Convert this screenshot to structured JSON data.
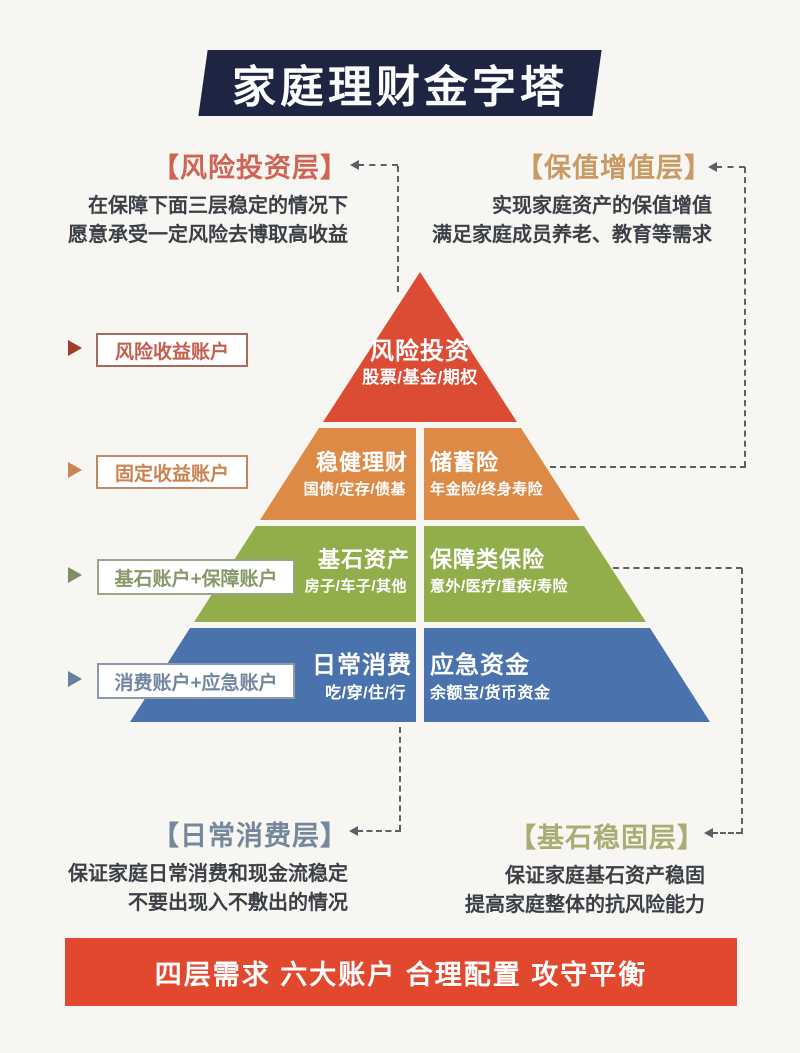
{
  "title": {
    "text": "家庭理财金字塔",
    "bg_color": "#1d2542"
  },
  "callouts": {
    "risk_investment": {
      "label": "【风险投资层】",
      "desc1": "在保障下面三层稳定的情况下",
      "desc2": "愿意承受一定风险去博取高收益",
      "color": "#cf6454"
    },
    "value_growth": {
      "label": "【保值增值层】",
      "desc1": "实现家庭资产的保值增值",
      "desc2": "满足家庭成员养老、教育等需求",
      "color": "#c99a63"
    },
    "daily_consumption": {
      "label": "【日常消费层】",
      "desc1": "保证家庭日常消费和现金流稳定",
      "desc2": "不要出现入不敷出的情况",
      "color": "#75879b"
    },
    "cornerstone": {
      "label": "【基石稳固层】",
      "desc1": "保证家庭基石资产稳固",
      "desc2": "提高家庭整体的抗风险能力",
      "color": "#a9ad74"
    }
  },
  "accounts": [
    {
      "label": "风险收益账户",
      "color": "#c25f4f"
    },
    {
      "label": "固定收益账户",
      "color": "#ca8450"
    },
    {
      "label": "基石账户+保障账户",
      "color": "#89986b"
    },
    {
      "label": "消费账户+应急账户",
      "color": "#72879f"
    }
  ],
  "pyramid": {
    "layers": [
      {
        "name": "风险投资",
        "sub": "股票/基金/期权",
        "color": "#dc4b33"
      },
      {
        "left": {
          "name": "稳健理财",
          "sub": "国债/定存/债基"
        },
        "right": {
          "name": "储蓄险",
          "sub": "年金险/终身寿险"
        },
        "color": "#dd8a47"
      },
      {
        "left": {
          "name": "基石资产",
          "sub": "房子/车子/其他"
        },
        "right": {
          "name": "保障类保险",
          "sub": "意外/医疗/重疾/寿险"
        },
        "color": "#92ae4a"
      },
      {
        "left": {
          "name": "日常消费",
          "sub": "吃/穿/住/行"
        },
        "right": {
          "name": "应急资金",
          "sub": "余额宝/货币资金"
        },
        "color": "#4a73ad"
      }
    ]
  },
  "footer": {
    "text": "四层需求 六大账户 合理配置 攻守平衡",
    "bg_color": "#e2482e"
  }
}
